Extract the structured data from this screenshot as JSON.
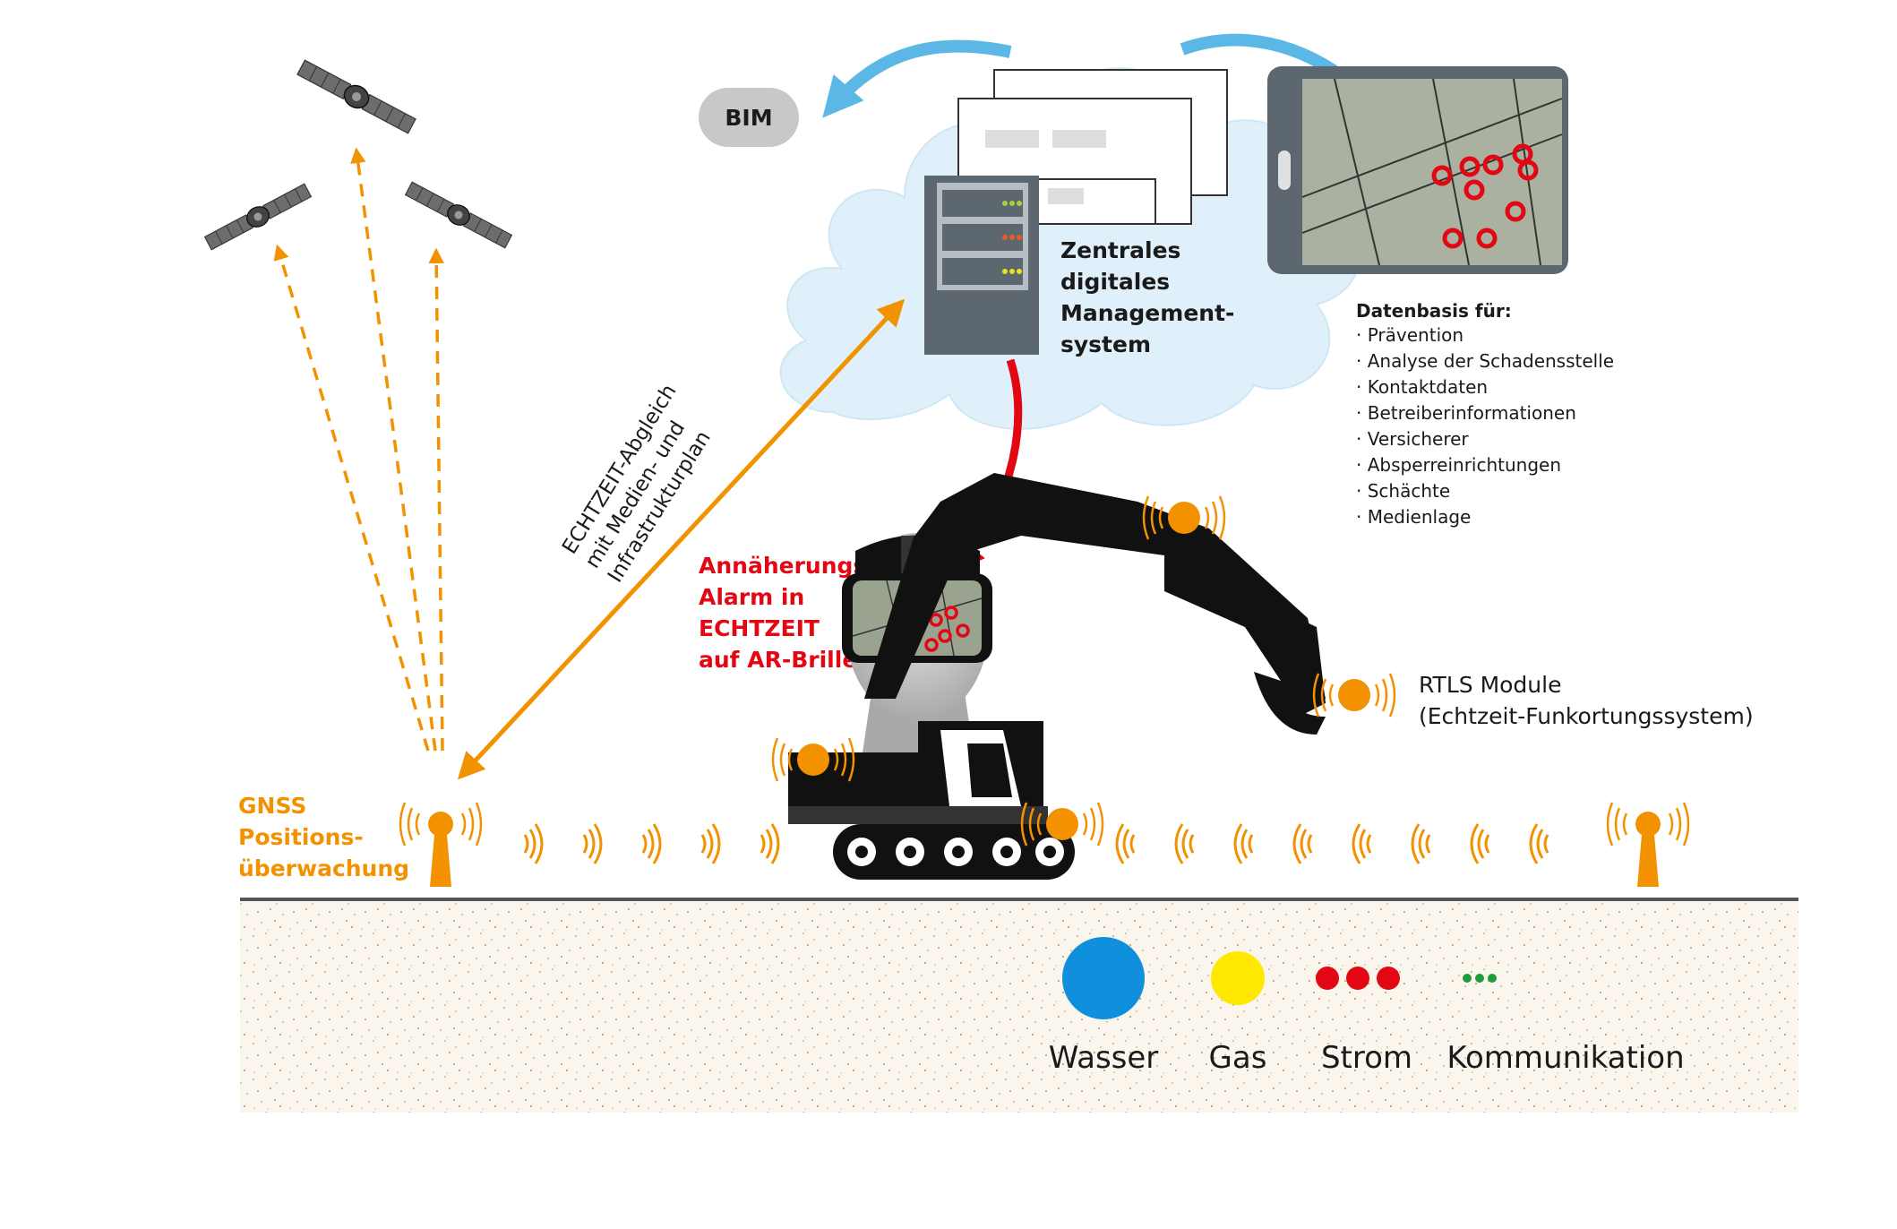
{
  "labels": {
    "bim": "BIM",
    "management": [
      "Zentrales",
      "digitales",
      "Management-",
      "system"
    ],
    "datenbasis_title": "Datenbasis für:",
    "datenbasis_items": [
      "Prävention",
      "Analyse der Schadensstelle",
      "Kontaktdaten",
      "Betreiberinformationen",
      "Versicherer",
      "Absperreinrichtungen",
      "Schächte",
      "Medienlage"
    ],
    "echtzeit_abgleich": [
      "ECHTZEIT-Abgleich",
      "mit Medien- und",
      "Infrastrukturplan"
    ],
    "alarm": [
      "Annäherungs-",
      "Alarm in",
      "ECHTZEIT",
      "auf AR-Brille"
    ],
    "rtls": [
      "RTLS Module",
      "(Echtzeit-Funkortungssystem)"
    ],
    "gnss": [
      "GNSS",
      "Positions-",
      "überwachung"
    ]
  },
  "legend": [
    {
      "label": "Wasser",
      "color": "#0f8fdc"
    },
    {
      "label": "Gas",
      "color": "#ffe800"
    },
    {
      "label": "Strom",
      "color": "#e30613"
    },
    {
      "label": "Kommunikation",
      "color": "#1e9e3a"
    }
  ],
  "colors": {
    "orange": "#f39200",
    "red": "#e30613",
    "cloud": "#dff0fa",
    "cloud_arrow": "#5bb8e6",
    "text_dark": "#1a1a1a",
    "ground_line": "#555555",
    "tablet": "#5d6770"
  }
}
